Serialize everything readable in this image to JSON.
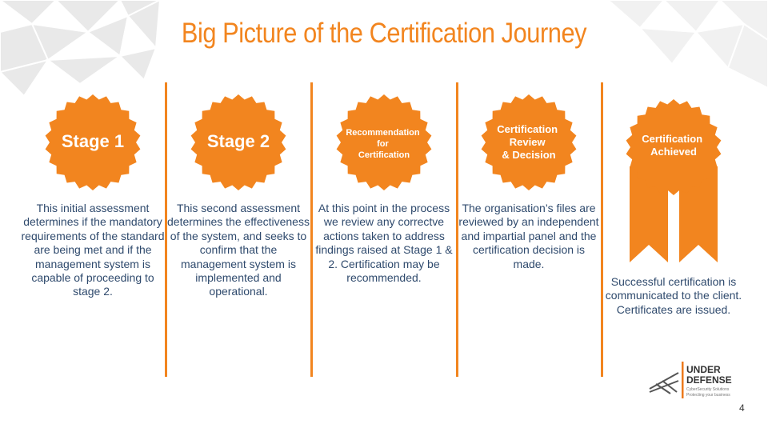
{
  "slide": {
    "title": "Big Picture of the Certification Journey",
    "page_number": "4"
  },
  "stages": [
    {
      "badge_lines": [
        "Stage 1"
      ],
      "description": "This initial assessment determines if the mandatory requirements of the standard are being met and if the management system is capable of proceeding to stage 2."
    },
    {
      "badge_lines": [
        "Stage 2"
      ],
      "description": "This second assessment determines the effectiveness of the system, and seeks to confirm that the management system is implemented and operational."
    },
    {
      "badge_lines": [
        "Recommendation",
        "for",
        "Certification"
      ],
      "description": "At this point in the process we review any correctve actions taken to address findings raised at Stage 1 & 2. Certification may be recommended."
    },
    {
      "badge_lines": [
        "Certification",
        "Review",
        "& Decision"
      ],
      "description": "The organisation’s files are reviewed by an independent and impartial panel and the certification decision is made."
    },
    {
      "badge_lines": [
        "Certification",
        "Achieved"
      ],
      "description": "Successful certification is communicated to the client. Certificates are issued."
    }
  ],
  "logo": {
    "name_line1": "UNDER",
    "name_line2": "DEFENSE",
    "tagline1": "CyberSecurity Solutions",
    "tagline2": "Protecting your business"
  },
  "colors": {
    "accent": "#f2851f",
    "text": "#2f4a6d"
  }
}
